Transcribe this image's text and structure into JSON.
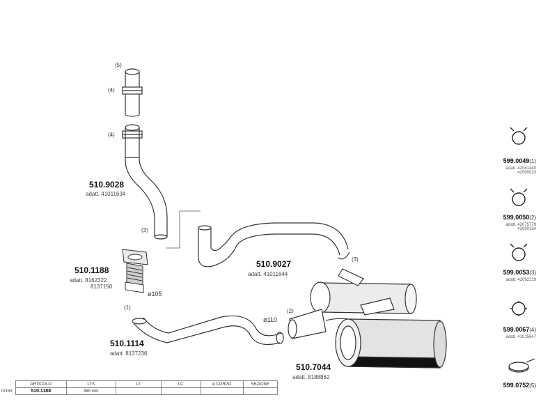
{
  "parts": [
    {
      "code": "510.9028",
      "adatt": "adatt. 41011634"
    },
    {
      "code": "510.1188",
      "adatt": [
        "adatt. 8162322",
        "8137150"
      ]
    },
    {
      "code": "510.9027",
      "adatt": "adatt. 41011644"
    },
    {
      "code": "510.1114",
      "adatt": "adatt. 8137236"
    },
    {
      "code": "510.7044",
      "adatt": "adatt. 8188862"
    }
  ],
  "refs": [
    "(5)",
    "(4)",
    "(4)",
    "(3)",
    "(3)",
    "(1)",
    "(2)"
  ],
  "diameters": [
    "ø105",
    "ø110"
  ],
  "side_parts": [
    {
      "code": "599.0049",
      "num": "(1)",
      "adatt": [
        "adatt. 42081440",
        "42090023"
      ]
    },
    {
      "code": "599.0050",
      "num": "(2)",
      "adatt": [
        "adatt. 42075779",
        "42090154"
      ]
    },
    {
      "code": "599.0053",
      "num": "(3)",
      "adatt": [
        "adatt. 42092219"
      ]
    },
    {
      "code": "599.0067",
      "num": "(4)",
      "adatt": [
        "adatt. 41015647"
      ]
    },
    {
      "code": "599.0752",
      "num": "(5)",
      "adatt": []
    }
  ],
  "table": {
    "row_label": "IV153",
    "headers": [
      "ARTICOLO",
      "LTS",
      "LT",
      "LC",
      "ø CORPO",
      "SEZIONE"
    ],
    "row": [
      "510.1188",
      "355 mm",
      "",
      "",
      "",
      ""
    ]
  }
}
